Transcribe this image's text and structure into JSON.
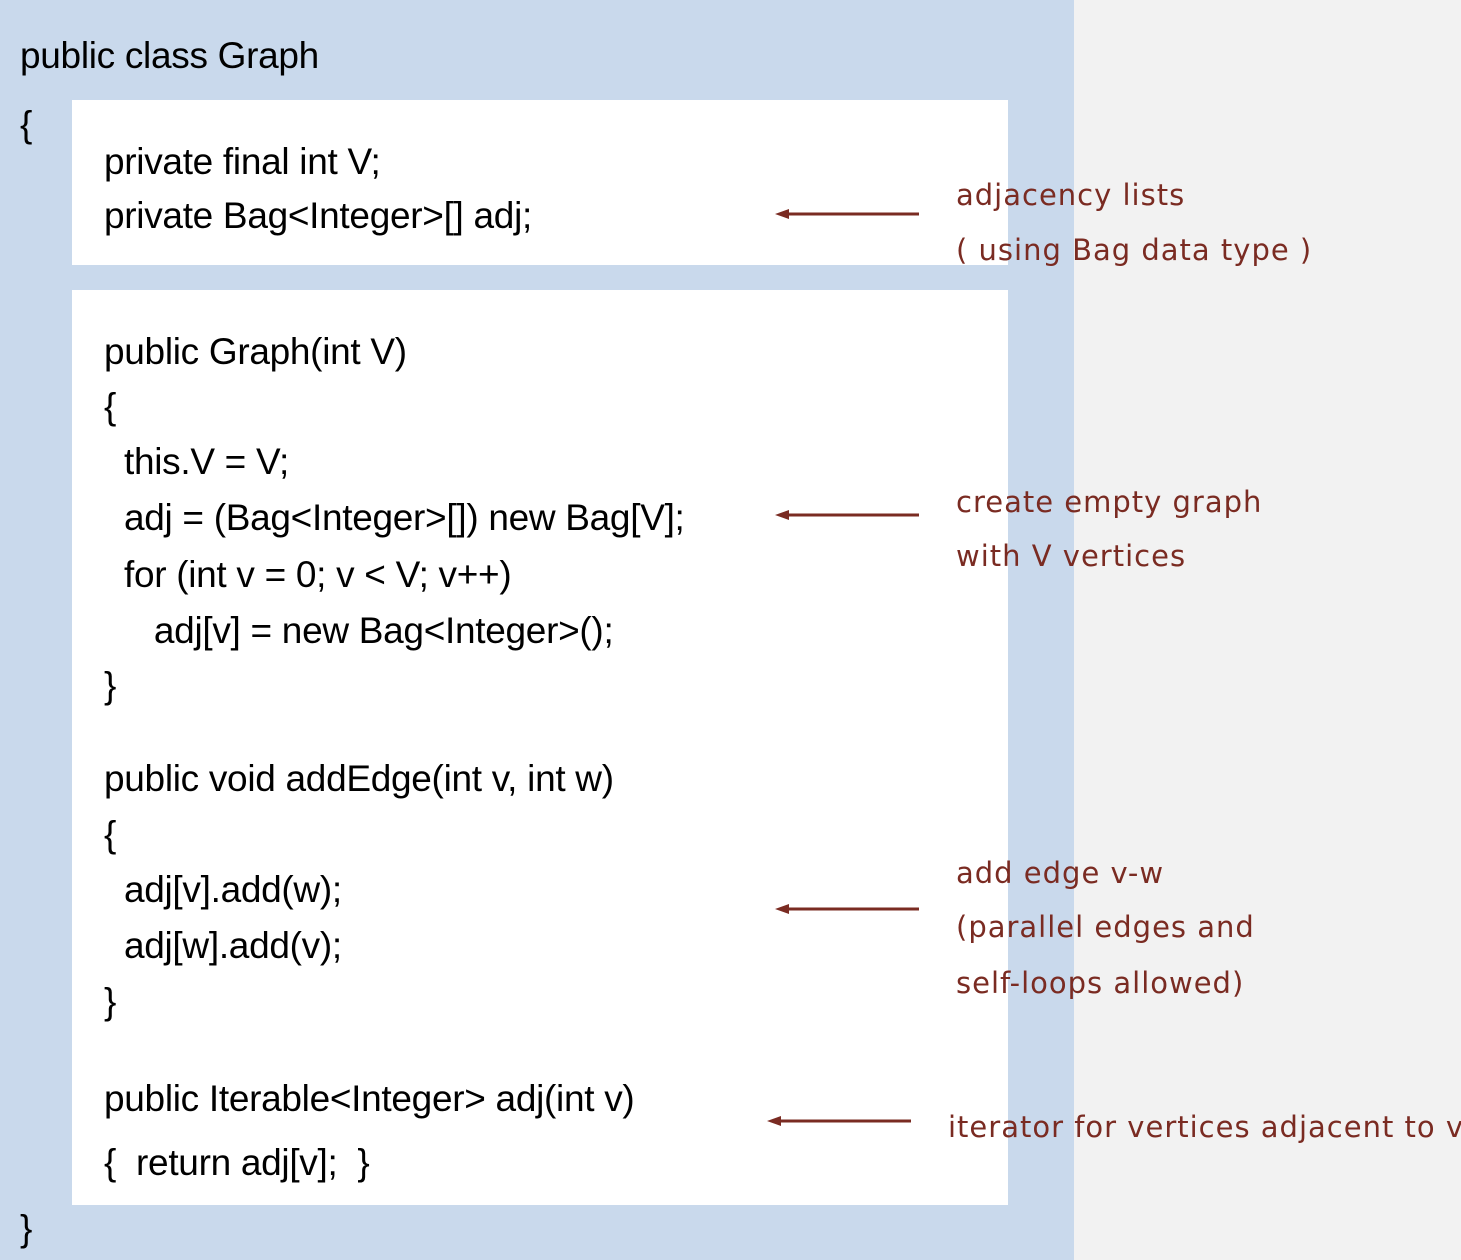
{
  "code": {
    "class_decl": "public class Graph",
    "open_brace": "{",
    "close_brace": "}",
    "fields": [
      "private final int V;",
      "private Bag<Integer>[] adj;"
    ],
    "constructor": [
      "public Graph(int V)",
      "{",
      "  this.V = V;",
      "  adj = (Bag<Integer>[]) new Bag[V];",
      "  for (int v = 0; v < V; v++)",
      "     adj[v] = new Bag<Integer>();",
      "}"
    ],
    "add_edge": [
      "public void addEdge(int v, int w)",
      "{",
      "  adj[v].add(w);",
      "  adj[w].add(v);",
      "}"
    ],
    "adj_method": [
      "public Iterable<Integer> adj(int v)",
      "{  return adj[v];  }"
    ]
  },
  "annotations": {
    "adjacency": [
      "adjacency lists",
      "( using Bag data type )"
    ],
    "constructor": [
      "create empty graph",
      "with V vertices"
    ],
    "add_edge": [
      "add edge v-w",
      "(parallel edges and",
      "self-loops allowed)"
    ],
    "iterator": [
      "iterator for vertices adjacent to v"
    ]
  },
  "colors": {
    "background": "#f2f2f2",
    "code_background": "#c9d9ec",
    "panel": "#ffffff",
    "annotation": "#7a2b22"
  }
}
